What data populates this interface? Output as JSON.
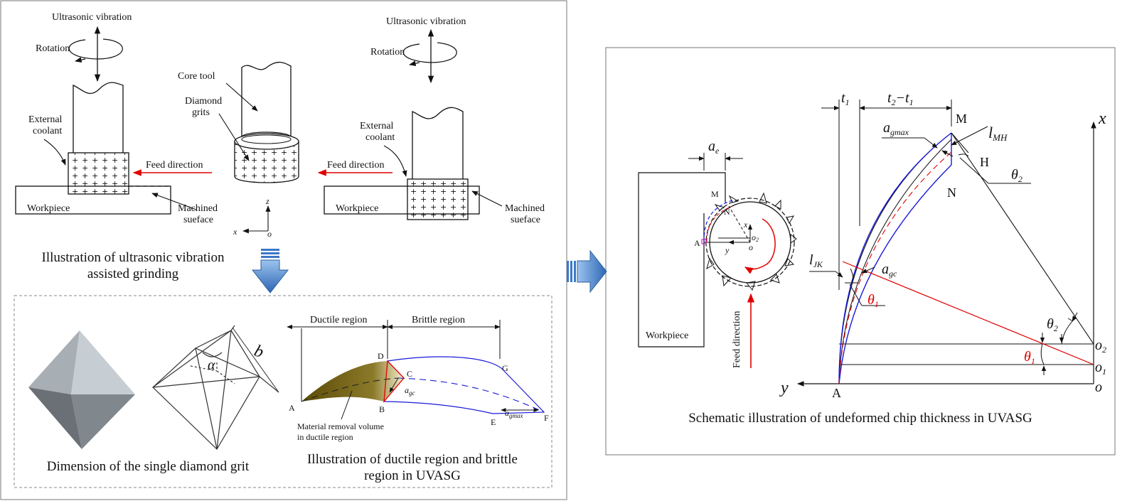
{
  "colors": {
    "accent_red": "#e00000",
    "accent_blue": "#1a1ad8",
    "arrow_blue": "#3b78c8",
    "chip_olive": "#7a6a1e"
  },
  "uvag": {
    "left": {
      "ultrasonic": "Ultrasonic vibration",
      "rotation": "Rotation",
      "coolant": "External coolant",
      "feed": "Feed direction",
      "workpiece": "Workpiece",
      "machined": "Machined sueface"
    },
    "core": {
      "core_tool": "Core tool",
      "grits": "Diamond grits",
      "axis_z": "z",
      "axis_x": "x",
      "axis_o": "o"
    },
    "right": {
      "ultrasonic": "Ultrasonic vibration",
      "rotation": "Rotation",
      "coolant": "External coolant",
      "feed": "Feed direction",
      "workpiece": "Workpiece",
      "machined": "Machined sueface"
    },
    "caption_line1": "Illustration of ultrasonic vibration",
    "caption_line2": "assisted grinding"
  },
  "grit": {
    "alpha": "α",
    "b": "b",
    "caption": "Dimension of the single diamond grit"
  },
  "regions": {
    "ductile": "Ductile region",
    "brittle": "Brittle region",
    "points": {
      "A": "A",
      "B": "B",
      "C": "C",
      "D": "D",
      "E": "E",
      "F": "F",
      "G": "G"
    },
    "agc": "a",
    "agc_sub": "gc",
    "agmax": "a",
    "agmax_sub": "gmax",
    "volume_line1": "Material removal volume",
    "volume_line2": "in ductile region",
    "caption_line1": "Illustration of ductile region and brittle",
    "caption_line2": "region in UVASG"
  },
  "chip": {
    "ae": "a",
    "ae_sub": "e",
    "workpiece": "Workpiece",
    "feed": "Feed direction",
    "small": {
      "M": "M",
      "N": "N",
      "A": "A",
      "x": "x",
      "y": "y",
      "o": "o",
      "o2": "o",
      "o2_sub": "2"
    },
    "t1": "t",
    "t1_sub": "1",
    "t2t1": "t",
    "t2t1_mid": "2",
    "t2t1_sep": "−t",
    "t2t1_sub": "1",
    "M": "M",
    "N": "N",
    "H": "H",
    "A": "A",
    "x": "x",
    "y": "y",
    "o": "o",
    "o1": "o",
    "o1_sub": "1",
    "o2": "o",
    "o2_sub": "2",
    "agmax": "a",
    "agmax_sub": "gmax",
    "lmh": "l",
    "lmh_sub": "MH",
    "theta2": "θ",
    "theta2_sub": "2",
    "ljk": "l",
    "ljk_sub": "JK",
    "agc": "a",
    "agc_sub": "gc",
    "theta1": "θ",
    "theta1_sub": "1",
    "caption": "Schematic illustration of undeformed chip thickness in UVASG"
  }
}
